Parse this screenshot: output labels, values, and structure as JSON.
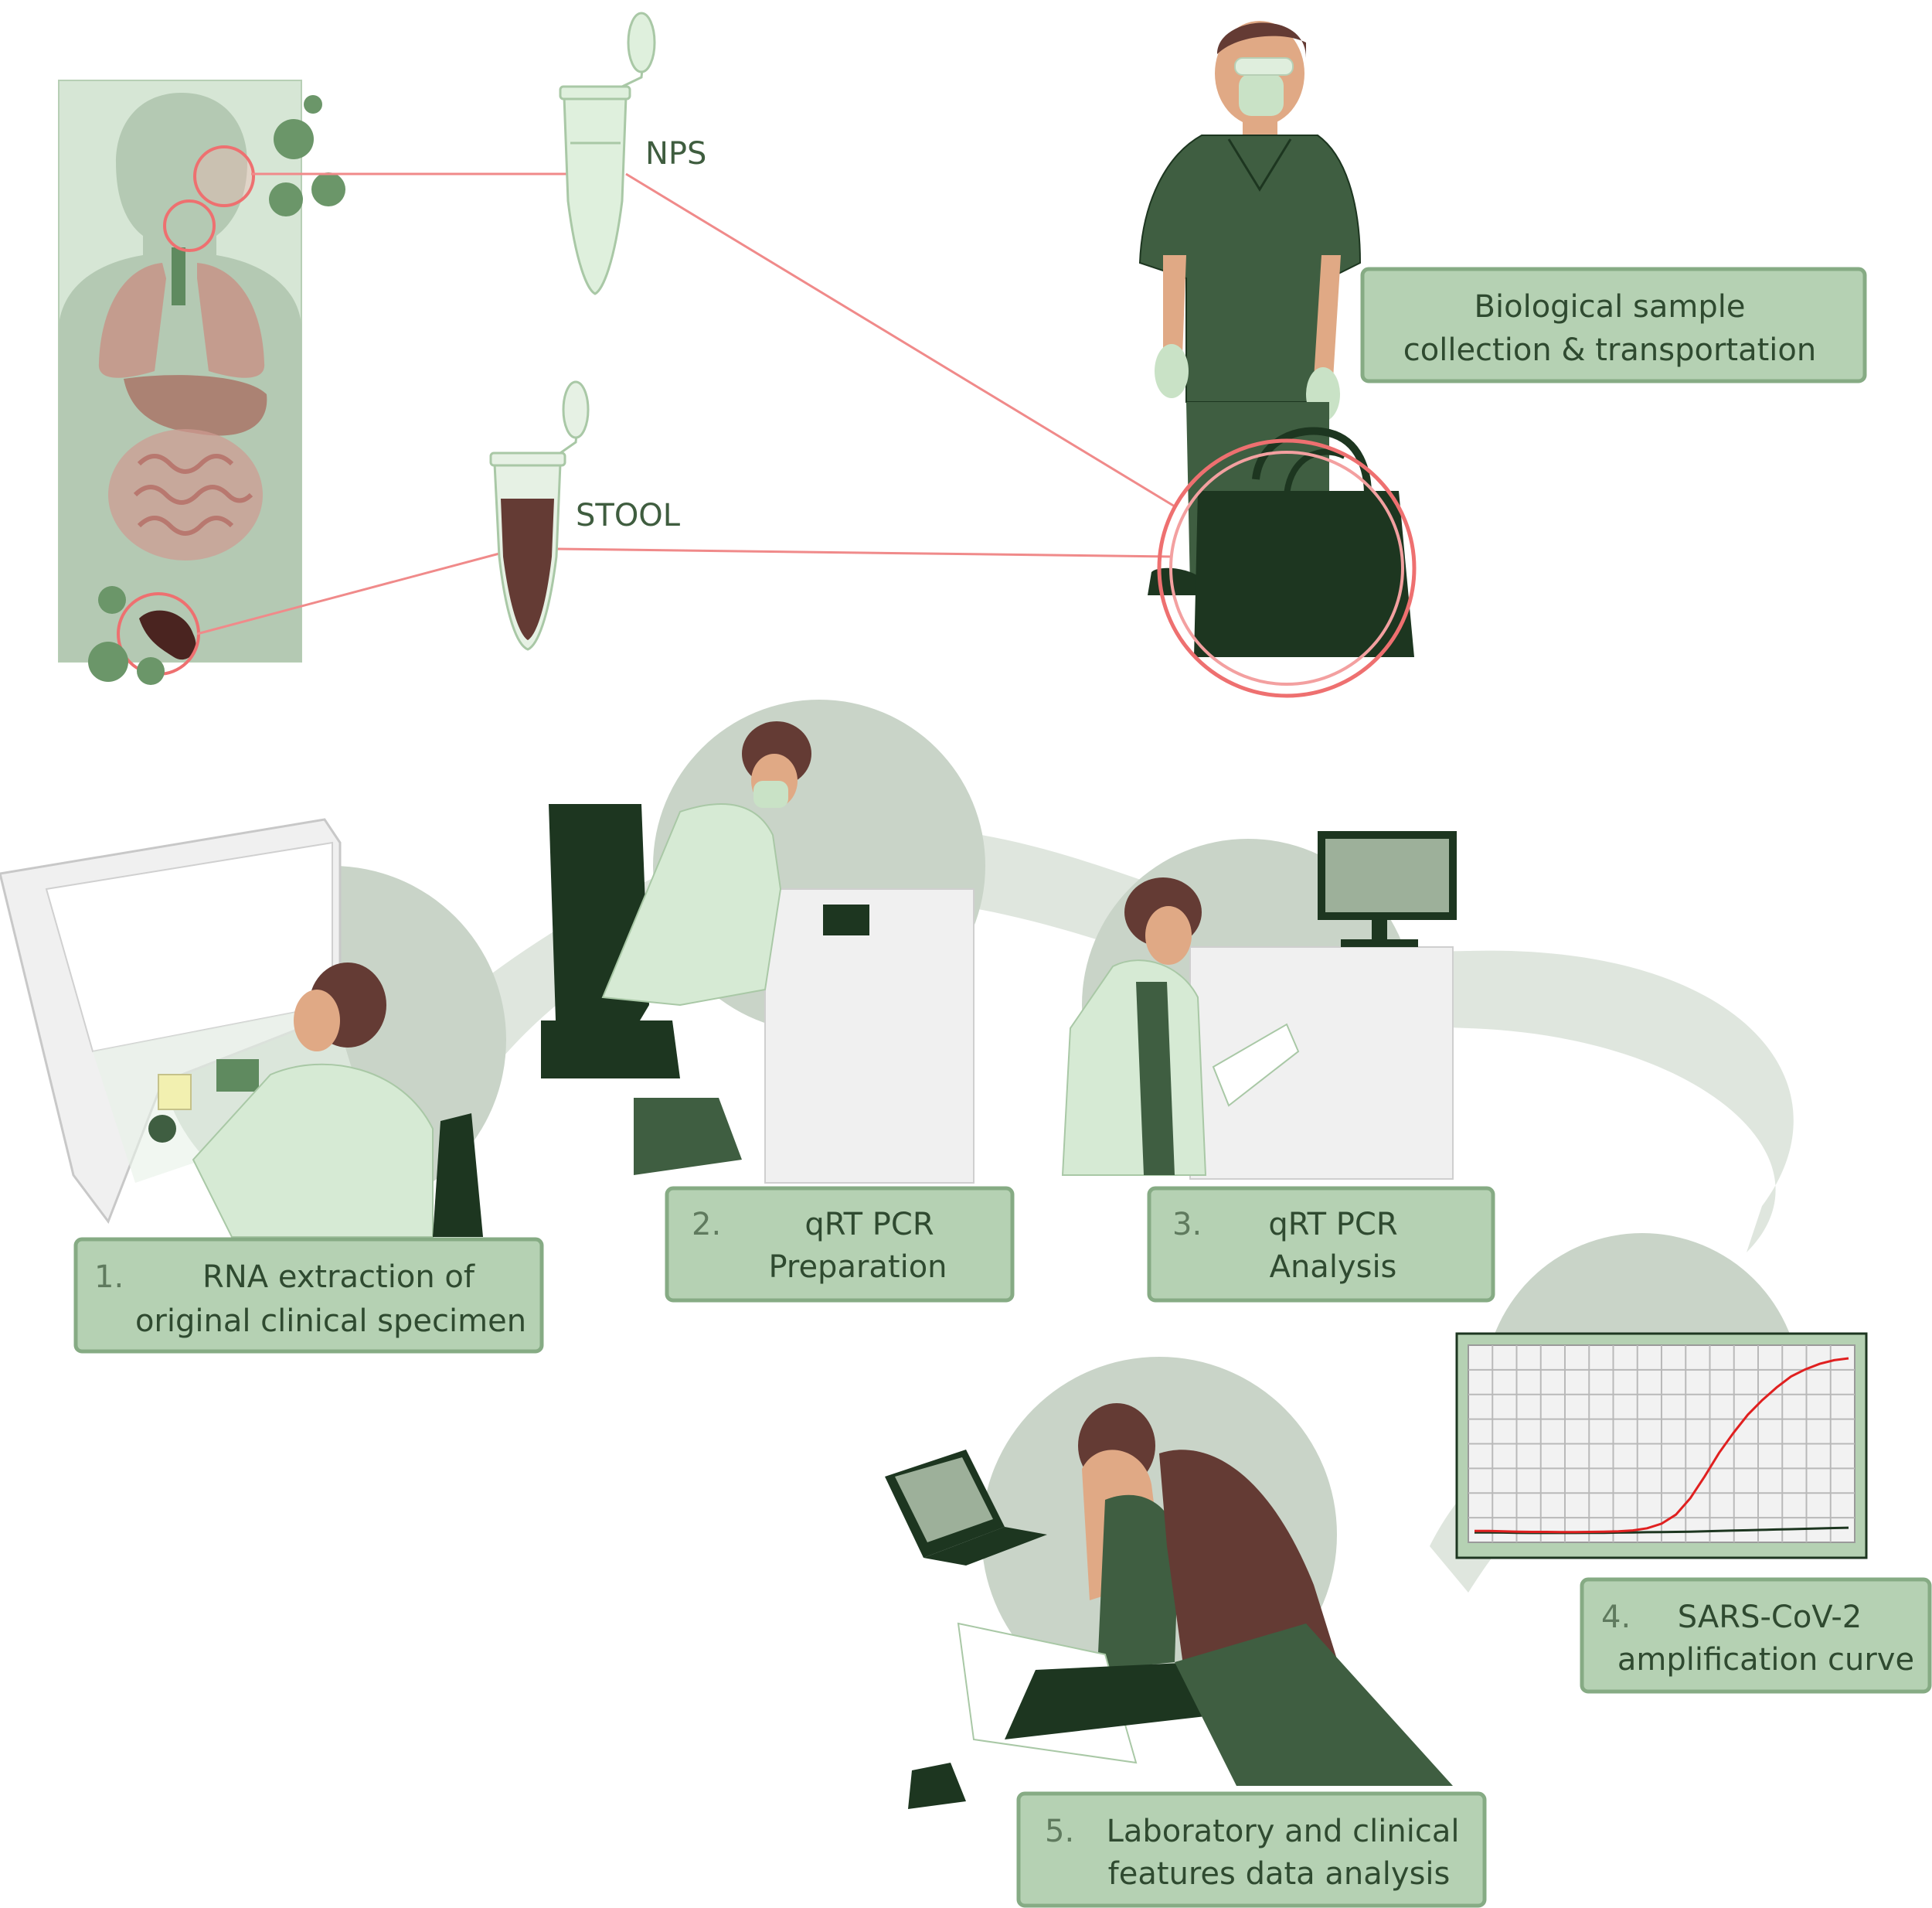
{
  "samples": {
    "nps": "NPS",
    "stool": "STOOL"
  },
  "boxes": {
    "collection": {
      "line1": "Biological sample",
      "line2": "collection & transportation"
    },
    "step1": {
      "num": "1.",
      "line1": "RNA extraction of",
      "line2": "original clinical specimen"
    },
    "step2": {
      "num": "2.",
      "line1": "qRT PCR",
      "line2": "Preparation"
    },
    "step3": {
      "num": "3.",
      "line1": "qRT PCR",
      "line2": "Analysis"
    },
    "step4": {
      "num": "4.",
      "line1": "SARS-CoV-2",
      "line2": "amplification curve"
    },
    "step5": {
      "num": "5.",
      "line1": "Laboratory and clinical",
      "line2": "features data analysis"
    }
  },
  "colors": {
    "box_fill": "#b5d1b3",
    "box_border": "#86ab84",
    "dark_green": "#3f5e41",
    "darkest_green": "#1d3620",
    "light_green": "#d6ead4",
    "circle_gray": "#c9d4c8",
    "red_line": "#f08a8a",
    "curve_red": "#e02020",
    "curve_dark": "#1d3620"
  },
  "curves": {
    "positive": [
      2,
      2,
      1.8,
      1.6,
      1.5,
      1.5,
      1.4,
      1.4,
      1.5,
      1.6,
      1.8,
      2.3,
      3.5,
      6,
      11,
      20,
      32,
      45,
      56,
      66,
      74,
      81,
      87,
      91,
      94,
      96,
      97
    ],
    "negative": [
      1.2,
      1.2,
      1.1,
      1.0,
      0.9,
      0.9,
      0.9,
      0.9,
      1.0,
      1.0,
      1.1,
      1.2,
      1.3,
      1.4,
      1.5,
      1.6,
      1.8,
      2.0,
      2.2,
      2.4,
      2.6,
      2.8,
      3.0,
      3.2,
      3.4,
      3.6,
      3.8
    ]
  }
}
